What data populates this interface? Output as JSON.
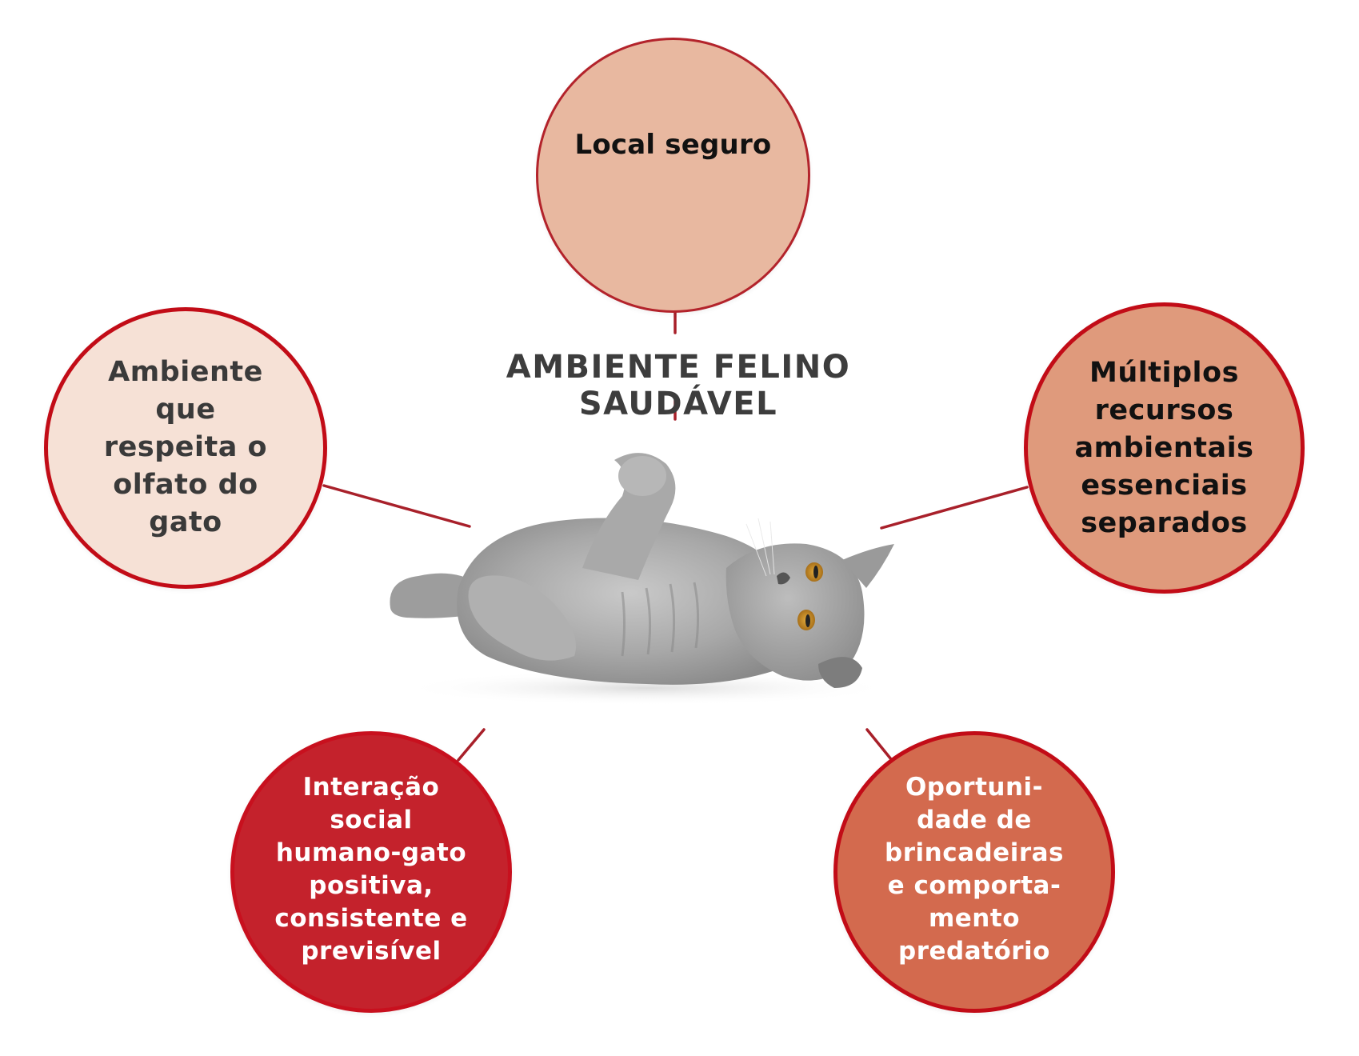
{
  "diagram": {
    "title": "AMBIENTE FELINO SAUDÁVEL",
    "center_image": "cat-lying-on-back-photo",
    "nodes": [
      {
        "id": "top",
        "position": "top",
        "lines": [
          "Local seguro"
        ],
        "fill": "#e8b8a0",
        "border": "#b3232b",
        "text_color": "#111111"
      },
      {
        "id": "left",
        "position": "left",
        "lines": [
          "Ambiente",
          "que",
          "respeita o",
          "olfato do",
          "gato"
        ],
        "fill": "#f6e1d6",
        "border": "#c20c17",
        "text_color": "#3a3a3a"
      },
      {
        "id": "right",
        "position": "right",
        "lines": [
          "Múltiplos",
          "recursos",
          "ambientais",
          "essenciais",
          "separados"
        ],
        "fill": "#df9a7c",
        "border": "#c20c17",
        "text_color": "#111111"
      },
      {
        "id": "bottom-left",
        "position": "bottom-left",
        "lines": [
          "Interação",
          "social",
          "humano-gato",
          "positiva,",
          "consistente e",
          "previsível"
        ],
        "fill": "#c4222c",
        "border": "#c8101e",
        "text_color": "#ffffff"
      },
      {
        "id": "bottom-right",
        "position": "bottom-right",
        "lines": [
          "Oportuni-",
          "dade de",
          "brincadeiras",
          "e comporta-",
          "mento",
          "predatório"
        ],
        "fill": "#d36a4e",
        "border": "#c20c17",
        "text_color": "#ffffff"
      }
    ],
    "connector_color": "#a8202a"
  }
}
